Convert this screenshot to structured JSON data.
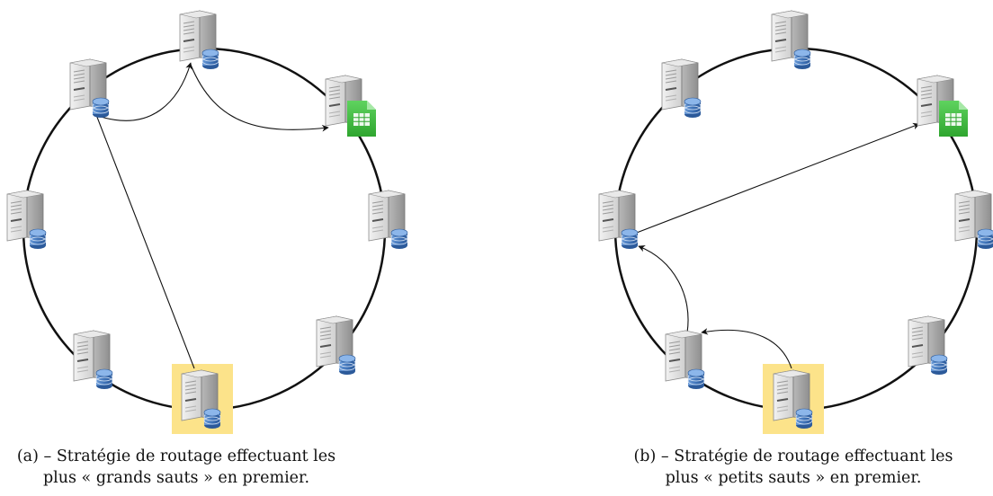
{
  "captions": {
    "a_line1": "(a) – Stratégie de routage effectuant les",
    "a_line2": "plus « grands sauts » en premier.",
    "b_line1": "(b) – Stratégie de routage effectuant les",
    "b_line2": "plus « petits sauts » en premier."
  },
  "colors": {
    "ring": "#111111",
    "highlight": "#fce38a",
    "document": "#3cb93c",
    "database": "#4a7fc0",
    "server": "#d6d6d6"
  },
  "icons": [
    "server-icon",
    "database-icon",
    "spreadsheet-icon"
  ]
}
